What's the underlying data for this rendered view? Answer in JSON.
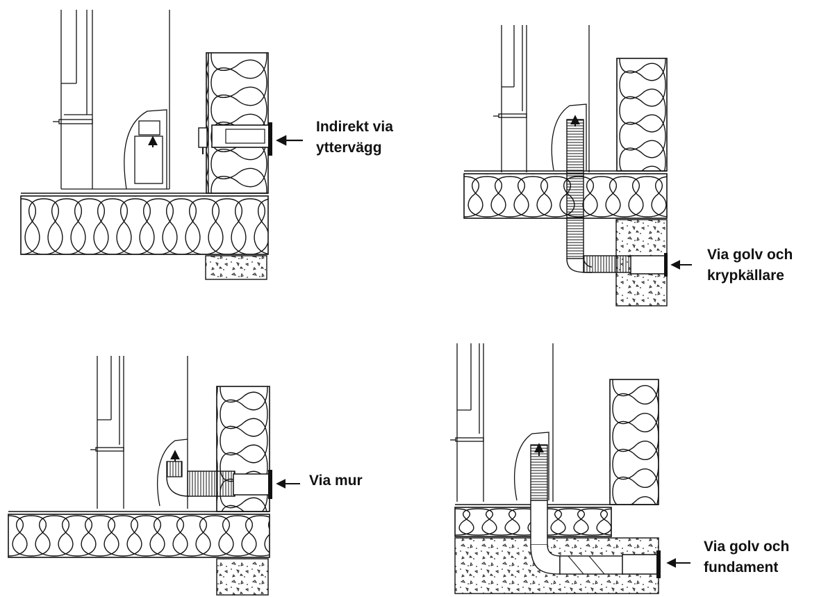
{
  "labels": {
    "indirect_wall": {
      "line1": "Indirekt via",
      "line2": "yttervägg"
    },
    "floor_crawlspace": {
      "line1": "Via golv och",
      "line2": "krypkällare"
    },
    "masonry": {
      "line1": "Via mur"
    },
    "floor_foundation": {
      "line1": "Via golv och",
      "line2": "fundament"
    }
  }
}
